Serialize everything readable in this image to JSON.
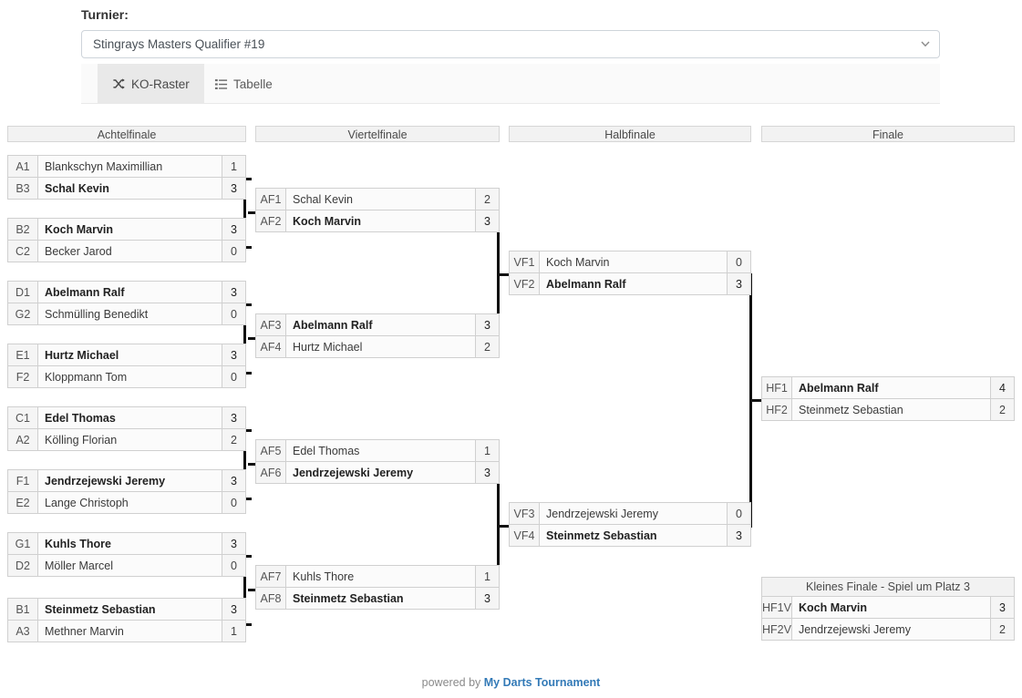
{
  "header": {
    "label": "Turnier:",
    "selected_tournament": "Stingrays Masters Qualifier #19",
    "chevron_icon": "chevron-down-icon",
    "tabs": [
      {
        "label": "KO-Raster",
        "icon": "shuffle-icon",
        "active": true
      },
      {
        "label": "Tabelle",
        "icon": "list-icon",
        "active": false
      }
    ]
  },
  "rounds": [
    {
      "name": "Achtelfinale"
    },
    {
      "name": "Viertelfinale"
    },
    {
      "name": "Halbfinale"
    },
    {
      "name": "Finale"
    }
  ],
  "third_place_caption": "Kleines Finale - Spiel um Platz 3",
  "matches": {
    "r1m1": {
      "p1": {
        "seed": "A1",
        "name": "Blankschyn Maximillian",
        "score": "1",
        "winner": false
      },
      "p2": {
        "seed": "B3",
        "name": "Schal Kevin",
        "score": "3",
        "winner": true
      }
    },
    "r1m2": {
      "p1": {
        "seed": "B2",
        "name": "Koch Marvin",
        "score": "3",
        "winner": true
      },
      "p2": {
        "seed": "C2",
        "name": "Becker Jarod",
        "score": "0",
        "winner": false
      }
    },
    "r1m3": {
      "p1": {
        "seed": "D1",
        "name": "Abelmann Ralf",
        "score": "3",
        "winner": true
      },
      "p2": {
        "seed": "G2",
        "name": "Schmülling Benedikt",
        "score": "0",
        "winner": false
      }
    },
    "r1m4": {
      "p1": {
        "seed": "E1",
        "name": "Hurtz Michael",
        "score": "3",
        "winner": true
      },
      "p2": {
        "seed": "F2",
        "name": "Kloppmann Tom",
        "score": "0",
        "winner": false
      }
    },
    "r1m5": {
      "p1": {
        "seed": "C1",
        "name": "Edel Thomas",
        "score": "3",
        "winner": true
      },
      "p2": {
        "seed": "A2",
        "name": "Kölling Florian",
        "score": "2",
        "winner": false
      }
    },
    "r1m6": {
      "p1": {
        "seed": "F1",
        "name": "Jendrzejewski Jeremy",
        "score": "3",
        "winner": true
      },
      "p2": {
        "seed": "E2",
        "name": "Lange Christoph",
        "score": "0",
        "winner": false
      }
    },
    "r1m7": {
      "p1": {
        "seed": "G1",
        "name": "Kuhls Thore",
        "score": "3",
        "winner": true
      },
      "p2": {
        "seed": "D2",
        "name": "Möller Marcel",
        "score": "0",
        "winner": false
      }
    },
    "r1m8": {
      "p1": {
        "seed": "B1",
        "name": "Steinmetz Sebastian",
        "score": "3",
        "winner": true
      },
      "p2": {
        "seed": "A3",
        "name": "Methner Marvin",
        "score": "1",
        "winner": false
      }
    },
    "r2m1": {
      "p1": {
        "seed": "AF1",
        "name": "Schal Kevin",
        "score": "2",
        "winner": false
      },
      "p2": {
        "seed": "AF2",
        "name": "Koch Marvin",
        "score": "3",
        "winner": true
      }
    },
    "r2m2": {
      "p1": {
        "seed": "AF3",
        "name": "Abelmann Ralf",
        "score": "3",
        "winner": true
      },
      "p2": {
        "seed": "AF4",
        "name": "Hurtz Michael",
        "score": "2",
        "winner": false
      }
    },
    "r2m3": {
      "p1": {
        "seed": "AF5",
        "name": "Edel Thomas",
        "score": "1",
        "winner": false
      },
      "p2": {
        "seed": "AF6",
        "name": "Jendrzejewski Jeremy",
        "score": "3",
        "winner": true
      }
    },
    "r2m4": {
      "p1": {
        "seed": "AF7",
        "name": "Kuhls Thore",
        "score": "1",
        "winner": false
      },
      "p2": {
        "seed": "AF8",
        "name": "Steinmetz Sebastian",
        "score": "3",
        "winner": true
      }
    },
    "r3m1": {
      "p1": {
        "seed": "VF1",
        "name": "Koch Marvin",
        "score": "0",
        "winner": false
      },
      "p2": {
        "seed": "VF2",
        "name": "Abelmann Ralf",
        "score": "3",
        "winner": true
      }
    },
    "r3m2": {
      "p1": {
        "seed": "VF3",
        "name": "Jendrzejewski Jeremy",
        "score": "0",
        "winner": false
      },
      "p2": {
        "seed": "VF4",
        "name": "Steinmetz Sebastian",
        "score": "3",
        "winner": true
      }
    },
    "r4m1": {
      "p1": {
        "seed": "HF1",
        "name": "Abelmann Ralf",
        "score": "4",
        "winner": true
      },
      "p2": {
        "seed": "HF2",
        "name": "Steinmetz Sebastian",
        "score": "2",
        "winner": false
      }
    },
    "r4m2": {
      "p1": {
        "seed": "HF1V",
        "name": "Koch Marvin",
        "score": "3",
        "winner": true
      },
      "p2": {
        "seed": "HF2V",
        "name": "Jendrzejewski Jeremy",
        "score": "2",
        "winner": false
      }
    }
  },
  "footer": {
    "prefix": "powered by ",
    "brand": "My Darts Tournament"
  },
  "colors": {
    "brand_link": "#337ab7",
    "header_bg": "#f2f2f2",
    "border": "#d0d0d0",
    "connector": "#111111"
  }
}
